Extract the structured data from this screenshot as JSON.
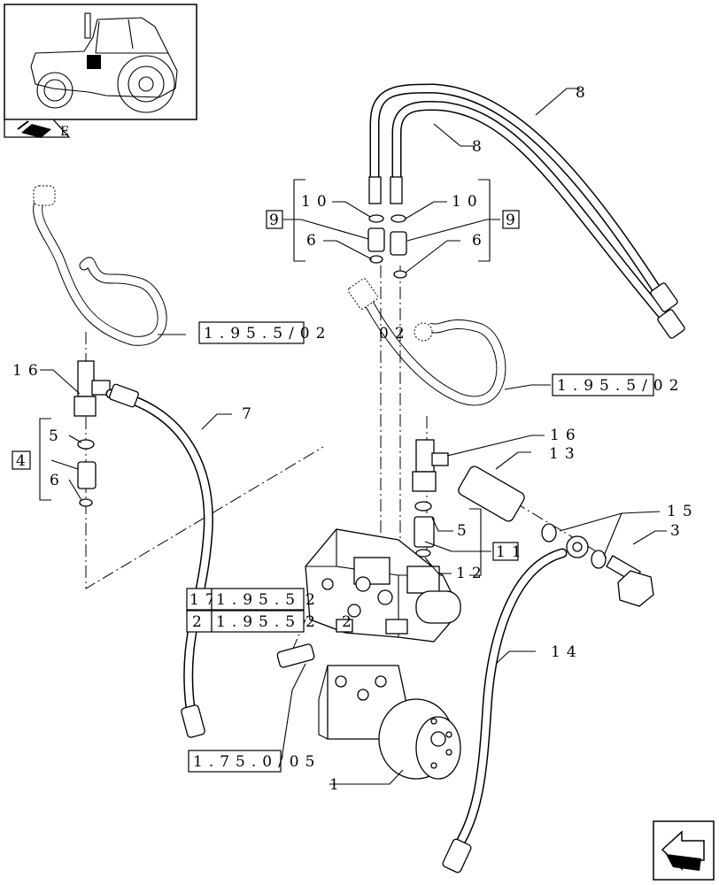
{
  "callouts": {
    "c1": "1",
    "c3": "3",
    "c4": "4",
    "c5a": "5",
    "c5b": "5",
    "c6a": "6",
    "c6b": "6",
    "c6c": "6",
    "c7": "7",
    "c8a": "8",
    "c8b": "8",
    "c9a": "9",
    "c9b": "9",
    "c10a": "10",
    "c10b": "10",
    "c11": "11",
    "c12": "12",
    "c13": "13",
    "c14": "14",
    "c15": "15",
    "c16a": "16",
    "c16b": "16",
    "c17": "17",
    "c2": "2"
  },
  "references": {
    "ref_left": "1.95.5/02",
    "ref_mid_frag": "02",
    "ref_right": "1.95.5/02",
    "ref_valve_a": "1.95.5",
    "ref_valve_b": "1.95.5",
    "ref_valve_frag": "2",
    "ref_steer": "1.75.0/05",
    "frag_2_1": "2",
    "frag_2_2": "2"
  },
  "thumbnail": {
    "icon": "tractor-location-thumbnail",
    "marker": "black-square-marker"
  },
  "nav": {
    "prev_icon": "book-page-icon",
    "next_icon": "next-page-arrow-icon"
  }
}
